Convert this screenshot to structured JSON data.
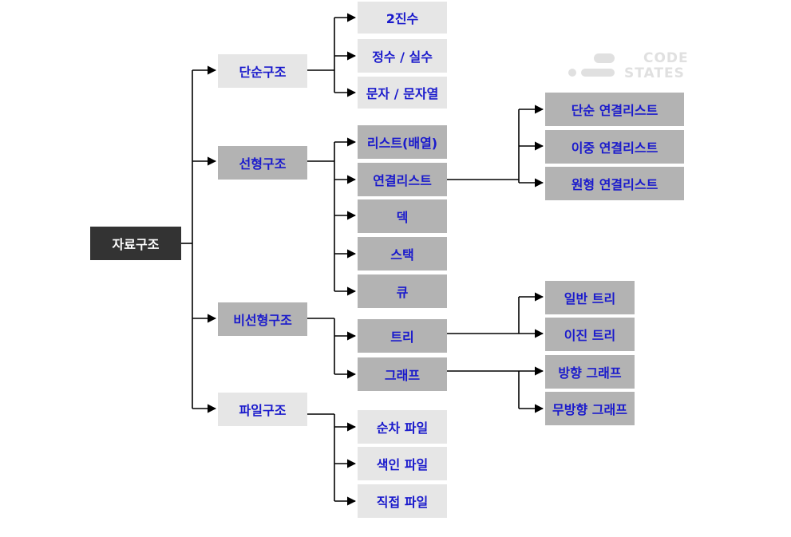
{
  "diagram": {
    "root": "자료구조",
    "simple": {
      "label": "단순구조",
      "children": [
        "2진수",
        "정수 / 실수",
        "문자 / 문자열"
      ]
    },
    "linear": {
      "label": "선형구조",
      "children": [
        "리스트(배열)",
        "연결리스트",
        "덱",
        "스택",
        "큐"
      ],
      "linked_list_types": [
        "단순 연결리스트",
        "이중 연결리스트",
        "원형 연결리스트"
      ]
    },
    "nonlinear": {
      "label": "비선형구조",
      "children": [
        "트리",
        "그래프"
      ],
      "tree_types": [
        "일반 트리",
        "이진 트리"
      ],
      "graph_types": [
        "방향 그래프",
        "무방향 그래프"
      ]
    },
    "file": {
      "label": "파일구조",
      "children": [
        "순차 파일",
        "색인 파일",
        "직접 파일"
      ]
    }
  },
  "logo": {
    "line1": "CODE",
    "line2": "STATES"
  },
  "colors": {
    "text": "#1a1acc",
    "root_bg": "#333333",
    "light_box": "#e6e6e6",
    "dark_box": "#b3b3b3"
  }
}
